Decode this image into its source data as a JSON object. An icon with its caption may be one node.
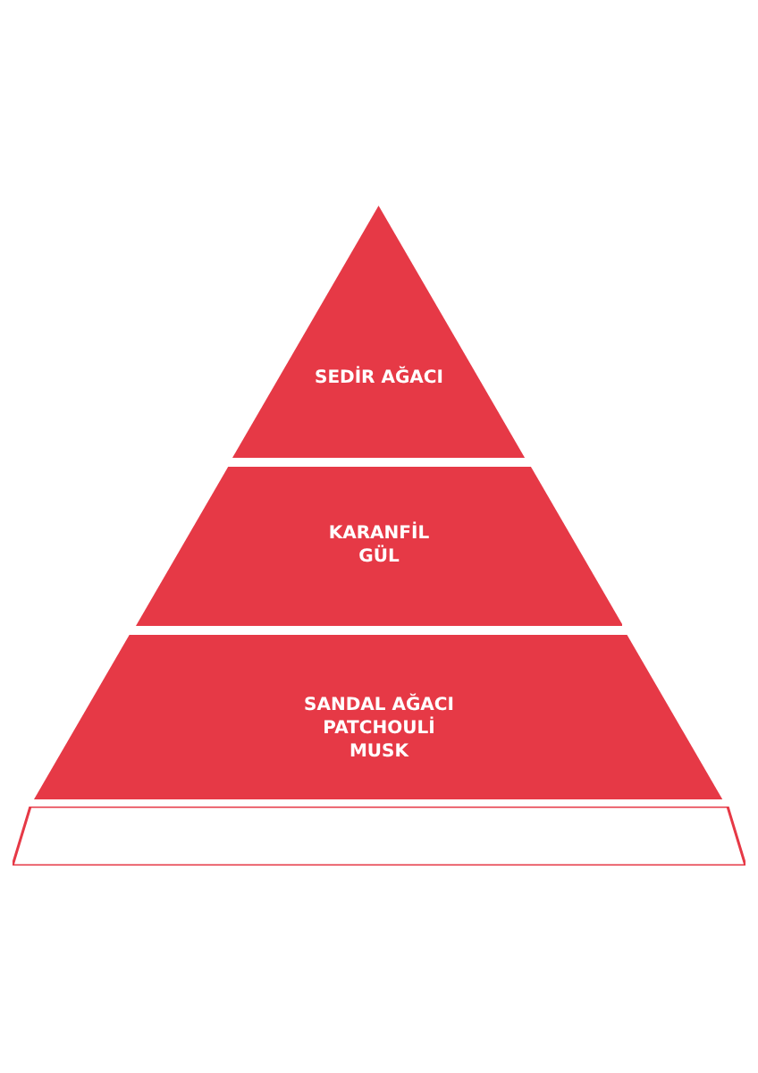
{
  "diagram": {
    "nodes": [
      {
        "text": [
          "SEDİR AĞACI"
        ]
      },
      {
        "text": [
          "KARANFİL",
          "GÜL"
        ]
      },
      {
        "text": [
          "SANDAL AĞACI",
          "PATCHOULİ",
          "MUSK"
        ]
      },
      {
        "text": [],
        "shape": "bar"
      }
    ]
  }
}
